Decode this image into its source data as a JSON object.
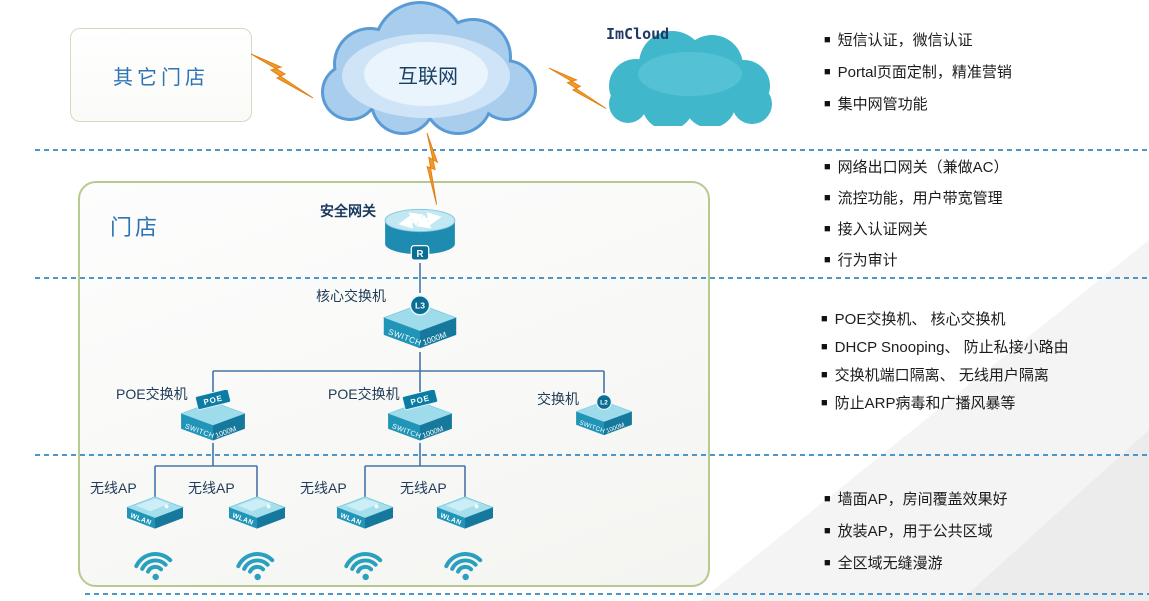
{
  "ui": {
    "bullet": "■"
  },
  "boxes": {
    "other_store": "其它门店",
    "store": "门店"
  },
  "clouds": {
    "internet": "互联网",
    "imcloud": "ImCloud"
  },
  "devices": {
    "gateway": {
      "label": "安全网关",
      "badge": "R"
    },
    "core": {
      "label": "核心交换机",
      "badge": "L3",
      "face_left": "SWITCH",
      "face_right": "1000M"
    },
    "poe1": {
      "label": "POE交换机",
      "badge": "POE",
      "face_left": "SWITCH",
      "face_right": "1000M"
    },
    "poe2": {
      "label": "POE交换机",
      "badge": "POE",
      "face_left": "SWITCH",
      "face_right": "1000M"
    },
    "l2": {
      "label": "交换机",
      "badge": "L2",
      "face_left": "SWITCH",
      "face_right": "1000M"
    },
    "ap1": {
      "label": "无线AP",
      "face": "WLAN"
    },
    "ap2": {
      "label": "无线AP",
      "face": "WLAN"
    },
    "ap3": {
      "label": "无线AP",
      "face": "WLAN"
    },
    "ap4": {
      "label": "无线AP",
      "face": "WLAN"
    }
  },
  "features": [
    {
      "items": [
        "短信认证，微信认证",
        "Portal页面定制，精准营销",
        "集中网管功能"
      ]
    },
    {
      "items": [
        "网络出口网关（兼做AC）",
        "流控功能，用户带宽管理",
        "接入认证网关",
        "行为审计"
      ]
    },
    {
      "items": [
        "POE交换机、 核心交换机",
        "DHCP Snooping、 防止私接小路由",
        "交换机端口隔离、 无线用户隔离",
        "防止ARP病毒和广播风暴等"
      ]
    },
    {
      "items": [
        "墙面AP，房间覆盖效果好",
        "放装AP，用于公共区域",
        "全区域无缝漫游"
      ]
    }
  ],
  "colors": {
    "device_teal": "#2095b8",
    "cloud_blue": "#5b9bd5",
    "imcloud_teal": "#41b7cc",
    "bolt_orange": "#f59b25",
    "label_blue": "#2e74b5",
    "line_blue": "#4575a8",
    "separator_blue": "#4e95c8"
  }
}
